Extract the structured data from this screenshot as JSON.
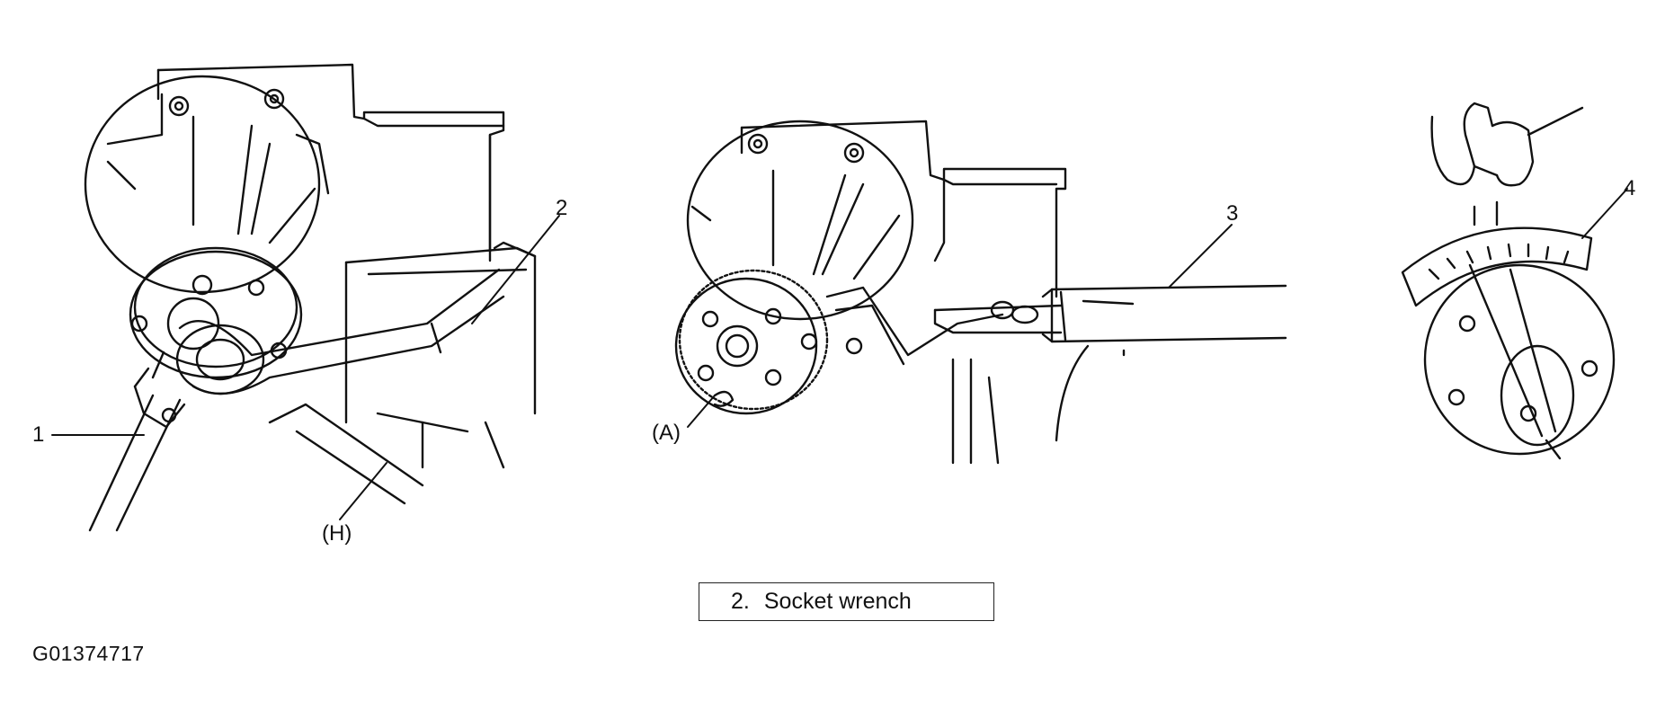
{
  "callouts": {
    "item1": "1",
    "item2": "2",
    "item3": "3",
    "item4": "4",
    "ref_h": "(H)",
    "ref_a": "(A)"
  },
  "legend": {
    "number": "2.",
    "text": "Socket wrench"
  },
  "figure_id": "G01374717",
  "colors": {
    "ink": "#111111",
    "background": "#ffffff"
  }
}
